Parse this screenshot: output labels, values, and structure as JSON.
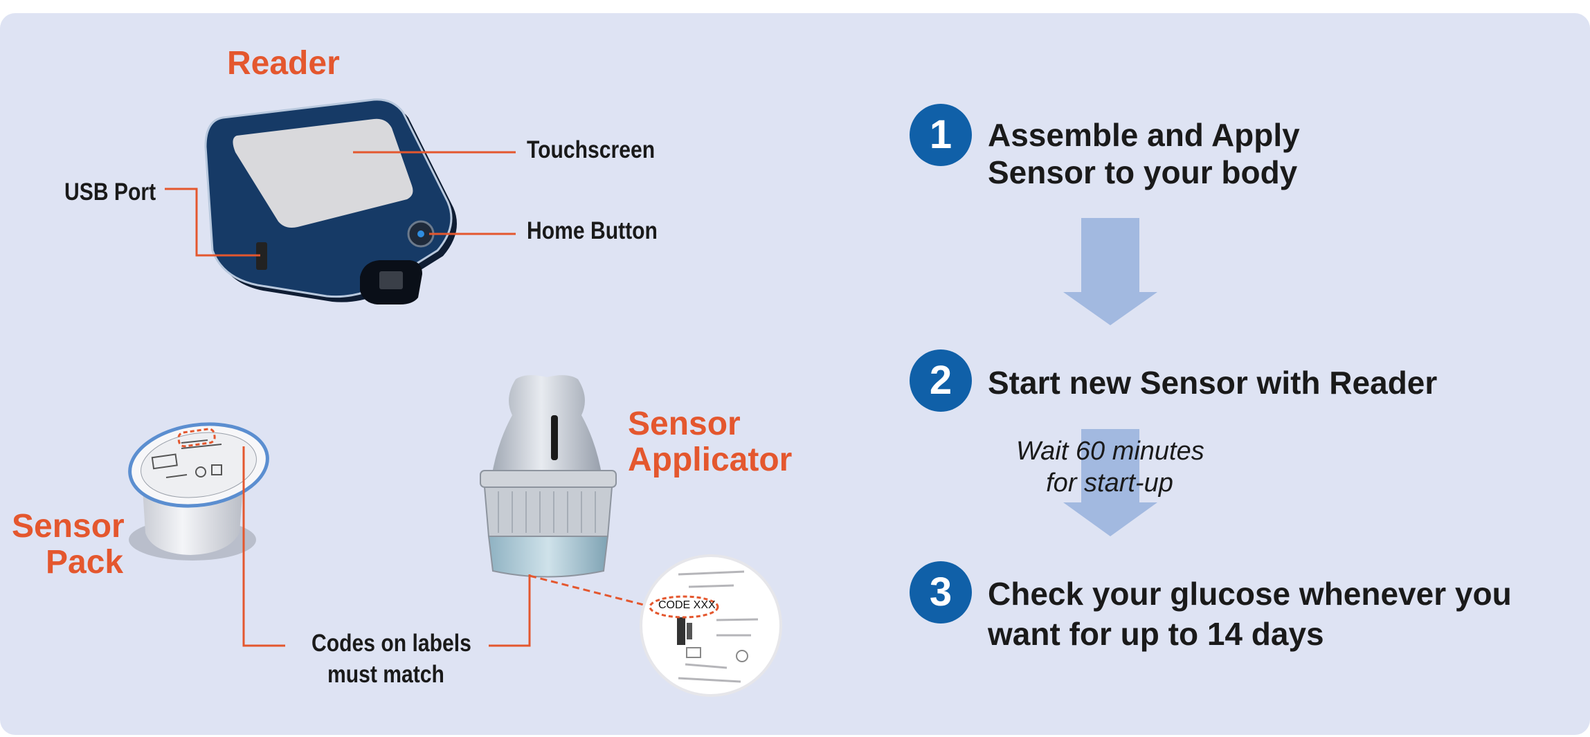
{
  "titles": {
    "reader": "Reader",
    "sensor_pack_line1": "Sensor",
    "sensor_pack_line2": "Pack",
    "applicator_line1": "Sensor",
    "applicator_line2": "Applicator"
  },
  "callouts": {
    "touchscreen": "Touchscreen",
    "usb_port": "USB Port",
    "home_button": "Home Button",
    "codes_line1": "Codes on labels",
    "codes_line2": "must match",
    "code_tag": "CODE XXX"
  },
  "steps": [
    {
      "number": "1",
      "line1": "Assemble and Apply",
      "line2": "Sensor to your body"
    },
    {
      "number": "2",
      "line1": "Start new Sensor with Reader",
      "line2": ""
    },
    {
      "number": "3",
      "line1": "Check your glucose whenever you",
      "line2": "want for up to 14 days"
    }
  ],
  "wait_note": {
    "line1": "Wait 60 minutes",
    "line2": "for start-up"
  },
  "colors": {
    "panel": "#dee3f3",
    "accent_orange": "#e4572e",
    "step_blue": "#1060a8",
    "arrow_blue": "#a2b9e0",
    "reader_navy": "#163a66"
  }
}
